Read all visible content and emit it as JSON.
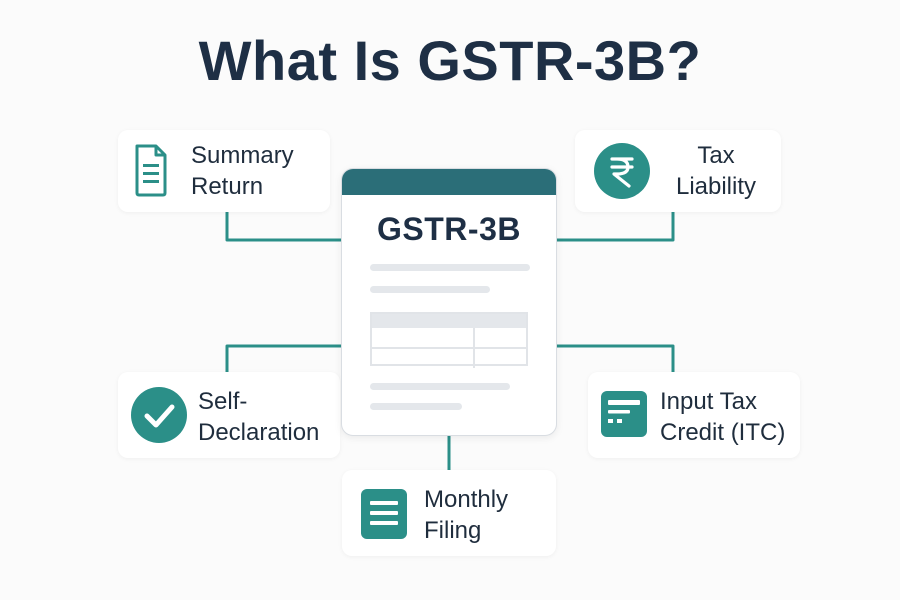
{
  "title": "What Is GSTR-3B?",
  "center_document": {
    "title": "GSTR-3B"
  },
  "items": {
    "summary_return": {
      "line1": "Summary",
      "line2": "Return",
      "icon": "document-icon"
    },
    "tax_liability": {
      "line1": "Tax",
      "line2": "Liability",
      "icon": "rupee-icon"
    },
    "self_declaration": {
      "line1": "Self-",
      "line2": "Declaration",
      "icon": "checkmark-icon"
    },
    "input_tax_credit": {
      "line1": "Input Tax",
      "line2": "Credit (ITC)",
      "icon": "form-icon"
    },
    "monthly_filing": {
      "line1": "Monthly",
      "line2": "Filing",
      "icon": "list-document-icon"
    }
  },
  "colors": {
    "accent": "#2b8f88",
    "header": "#2b6e78",
    "title": "#1e2f45"
  }
}
